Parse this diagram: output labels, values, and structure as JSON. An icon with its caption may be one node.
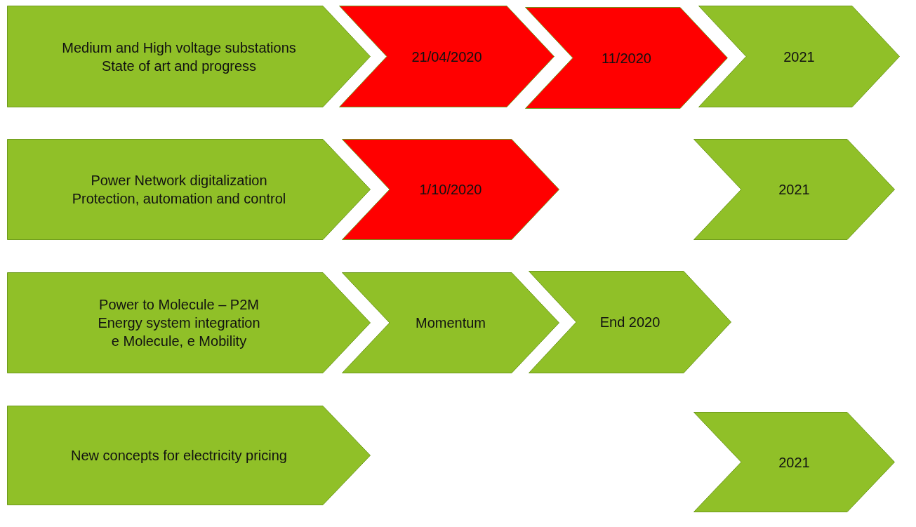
{
  "diagram": {
    "nodes": [
      {
        "text": [
          "Medium and High voltage substations",
          "State of art and progress"
        ]
      },
      {
        "text": [
          "21/04/2020"
        ]
      },
      {
        "text": [
          "11/2020"
        ]
      },
      {
        "text": [
          "2021"
        ]
      },
      {
        "text": [
          "Power Network digitalization",
          "Protection, automation and control"
        ]
      },
      {
        "text": [
          "1/10/2020"
        ]
      },
      {
        "text": [
          "2021"
        ]
      },
      {
        "text": [
          "Power to Molecule – P2M",
          "Energy system integration",
          "e Molecule, e Mobility"
        ]
      },
      {
        "text": [
          "Momentum"
        ]
      },
      {
        "text": [
          "End 2020"
        ]
      },
      {
        "text": [
          "New concepts for electricity pricing"
        ]
      },
      {
        "text": [
          "2021"
        ]
      }
    ]
  }
}
